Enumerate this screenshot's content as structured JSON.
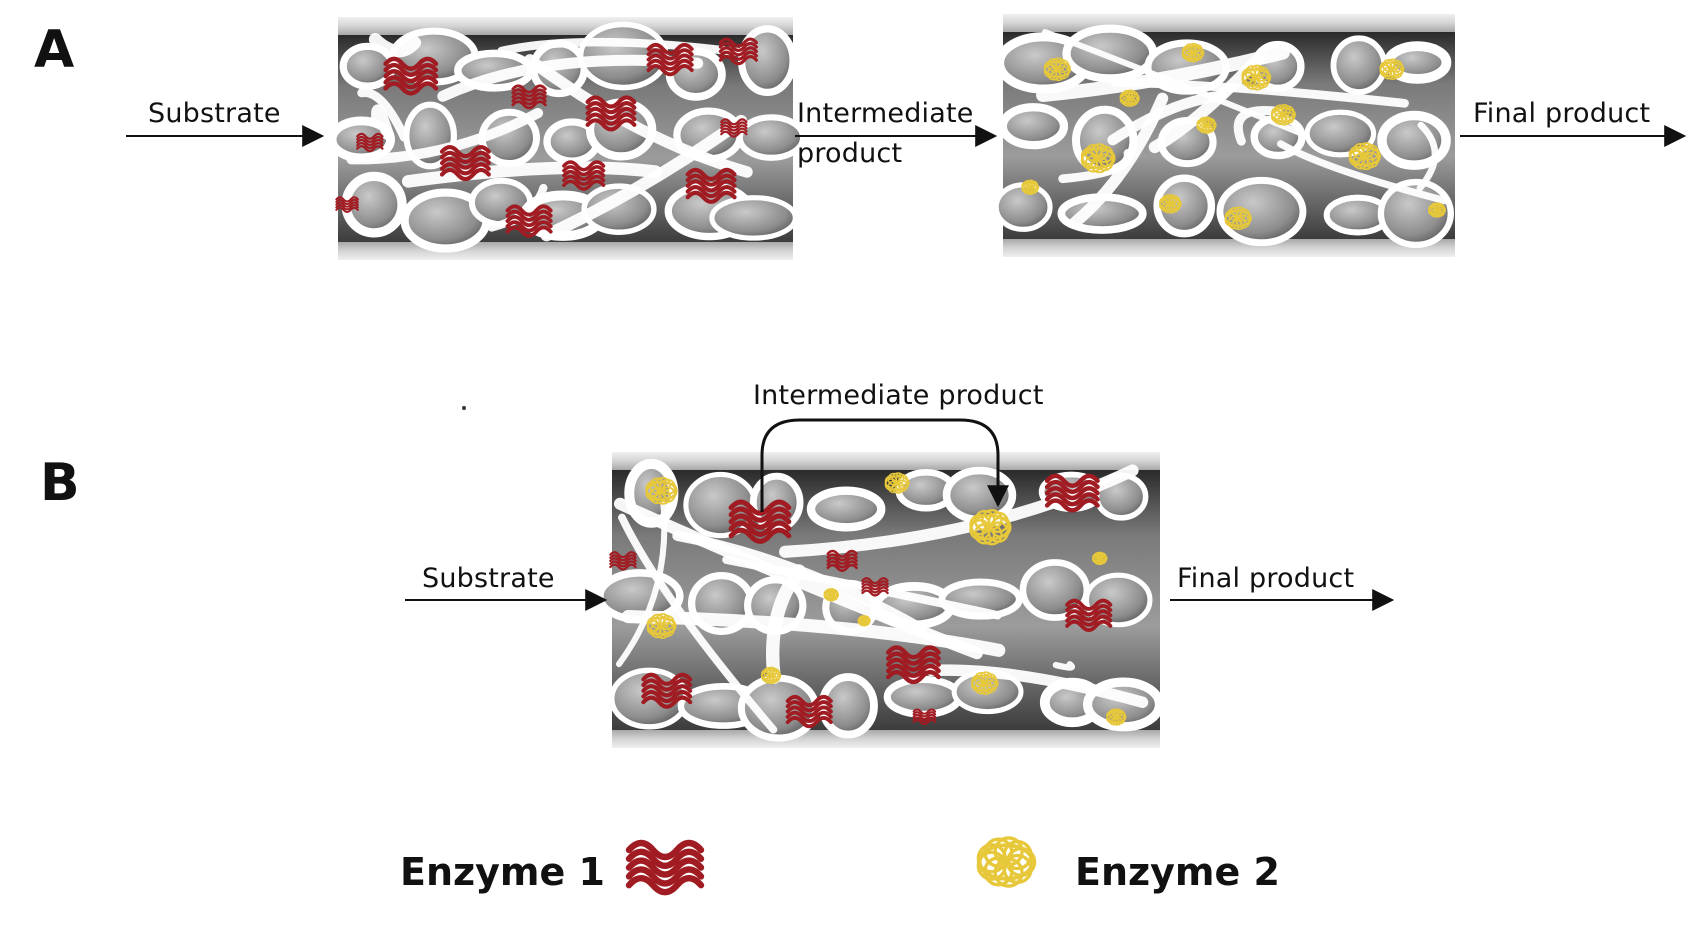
{
  "panel_a": {
    "letter": "A",
    "substrate": "Substrate",
    "intermediate_line1": "Intermediate",
    "intermediate_line2": "product",
    "final": "Final product"
  },
  "panel_b": {
    "letter": "B",
    "substrate": "Substrate",
    "intermediate": "Intermediate product",
    "final": "Final product"
  },
  "legend": {
    "enzyme1": "Enzyme 1",
    "enzyme2": "Enzyme 2"
  },
  "colors": {
    "enzyme1": "#a01c22",
    "enzyme2": "#e6c83a",
    "tube_dark": "#3a3a3a",
    "pore": "#9a9a9a",
    "scaffold": "#ffffff"
  }
}
